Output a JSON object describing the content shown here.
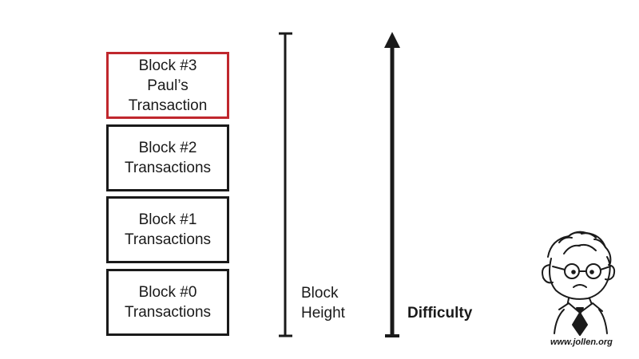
{
  "blocks": [
    {
      "id": "block-3",
      "lines": [
        "Block #3",
        "Paul’s",
        "Transaction"
      ],
      "highlighted": true
    },
    {
      "id": "block-2",
      "lines": [
        "Block #2",
        "Transactions"
      ],
      "highlighted": false
    },
    {
      "id": "block-1",
      "lines": [
        "Block #1",
        "Transactions"
      ],
      "highlighted": false
    },
    {
      "id": "block-0",
      "lines": [
        "Block #0",
        "Transactions"
      ],
      "highlighted": false
    }
  ],
  "block_height_label": [
    "Block",
    "Height"
  ],
  "difficulty_label": "Difficulty",
  "watermark": "www.jollen.org",
  "colors": {
    "stroke": "#1a1a1a",
    "highlight": "#c0272d"
  }
}
